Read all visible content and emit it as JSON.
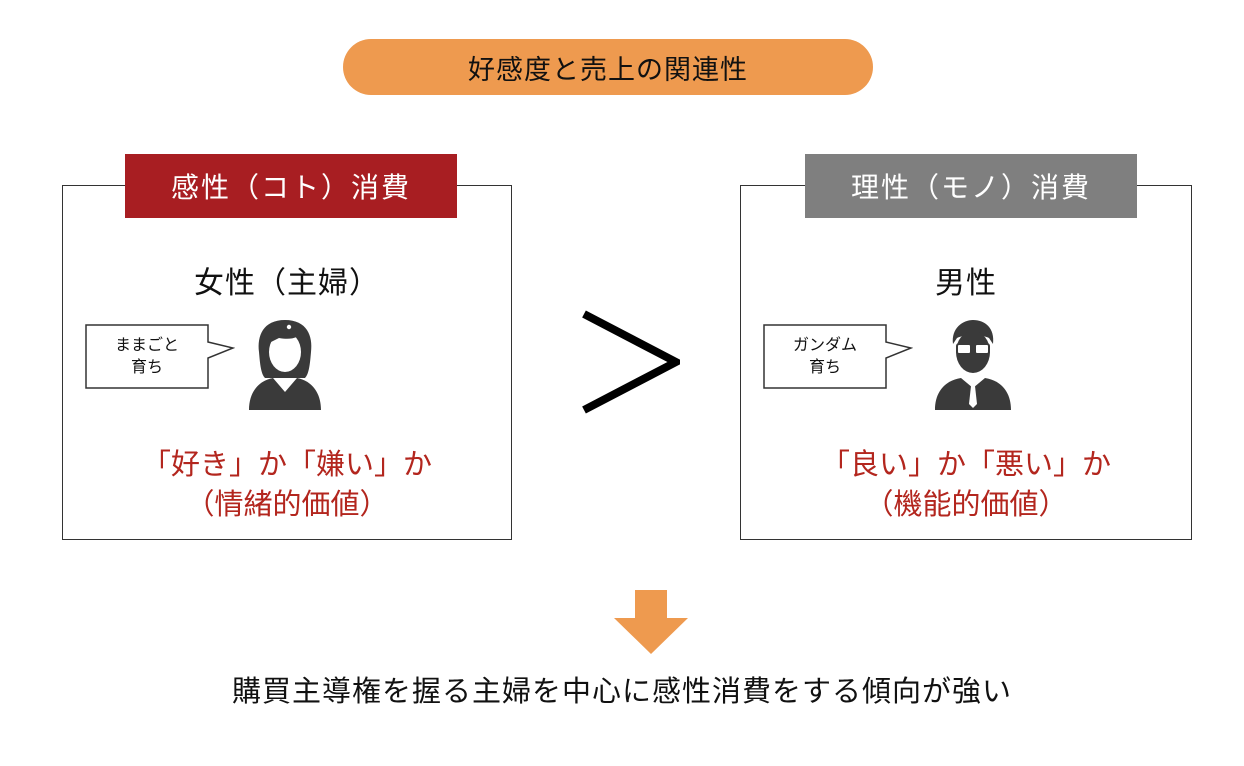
{
  "title": "好感度と売上の関連性",
  "left_panel": {
    "label": "感性（コト）消費",
    "subject": "女性（主婦）",
    "bubble_line1": "ままごと",
    "bubble_line2": "育ち",
    "value_line1": "「好き」か「嫌い」か",
    "value_line2": "（情緒的価値）",
    "label_color": "#A81E22"
  },
  "comparison_symbol": ">",
  "right_panel": {
    "label": "理性（モノ）消費",
    "subject": "男性",
    "bubble_line1": "ガンダム",
    "bubble_line2": "育ち",
    "value_line1": "「良い」か「悪い」か",
    "value_line2": "（機能的価値）",
    "label_color": "#7F7F7F"
  },
  "conclusion": "購買主導権を握る主婦を中心に感性消費をする傾向が強い",
  "colors": {
    "title_pill": "#EE9A4F",
    "arrow": "#EE9A4F",
    "value_text": "#B3261E"
  },
  "icons": {
    "female": "woman-avatar-icon",
    "male": "man-with-glasses-avatar-icon",
    "arrow": "down-arrow-icon"
  }
}
